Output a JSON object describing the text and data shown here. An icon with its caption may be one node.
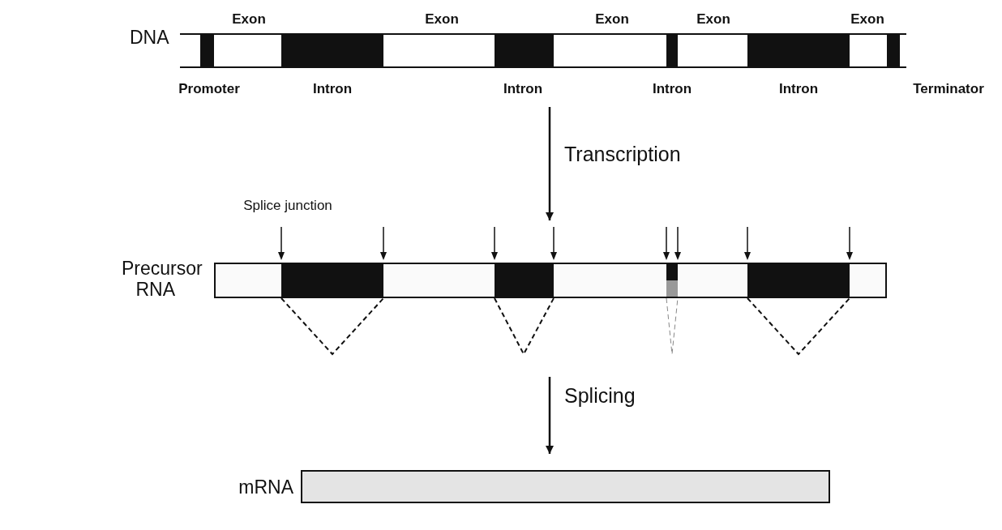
{
  "diagram": {
    "nodes": [
      {
        "text": [
          "DNA"
        ]
      },
      {
        "text": [
          "Precursor RNA"
        ]
      },
      {
        "text": [
          "mRNA"
        ]
      }
    ],
    "edges": [
      {
        "from": 0,
        "to": 1,
        "arrow": "to",
        "label": "Transcription"
      },
      {
        "from": 1,
        "to": 2,
        "arrow": "to",
        "label": "Splicing"
      }
    ],
    "labels": [
      "Exon",
      "Exon",
      "Exon",
      "Exon",
      "Exon",
      "Promoter",
      "Intron",
      "Intron",
      "Intron",
      "Intron",
      "Terminator",
      "Splice junction"
    ]
  }
}
